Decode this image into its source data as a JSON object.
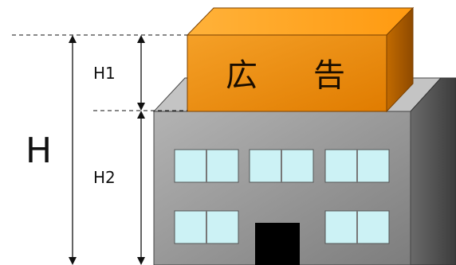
{
  "labels": {
    "total_height": "H",
    "sign_height": "H1",
    "building_height": "H2",
    "sign_char_1": "広",
    "sign_char_2": "告"
  },
  "colors": {
    "sign_front": "#f28c0c",
    "sign_top": "#ffa21e",
    "sign_side": "#b05d00",
    "building_front": "#9a9a9a",
    "building_top": "#c4c4c4",
    "building_side": "#5a5a5a",
    "window": "#ccf2f5",
    "door": "#000000",
    "line": "#111111"
  }
}
